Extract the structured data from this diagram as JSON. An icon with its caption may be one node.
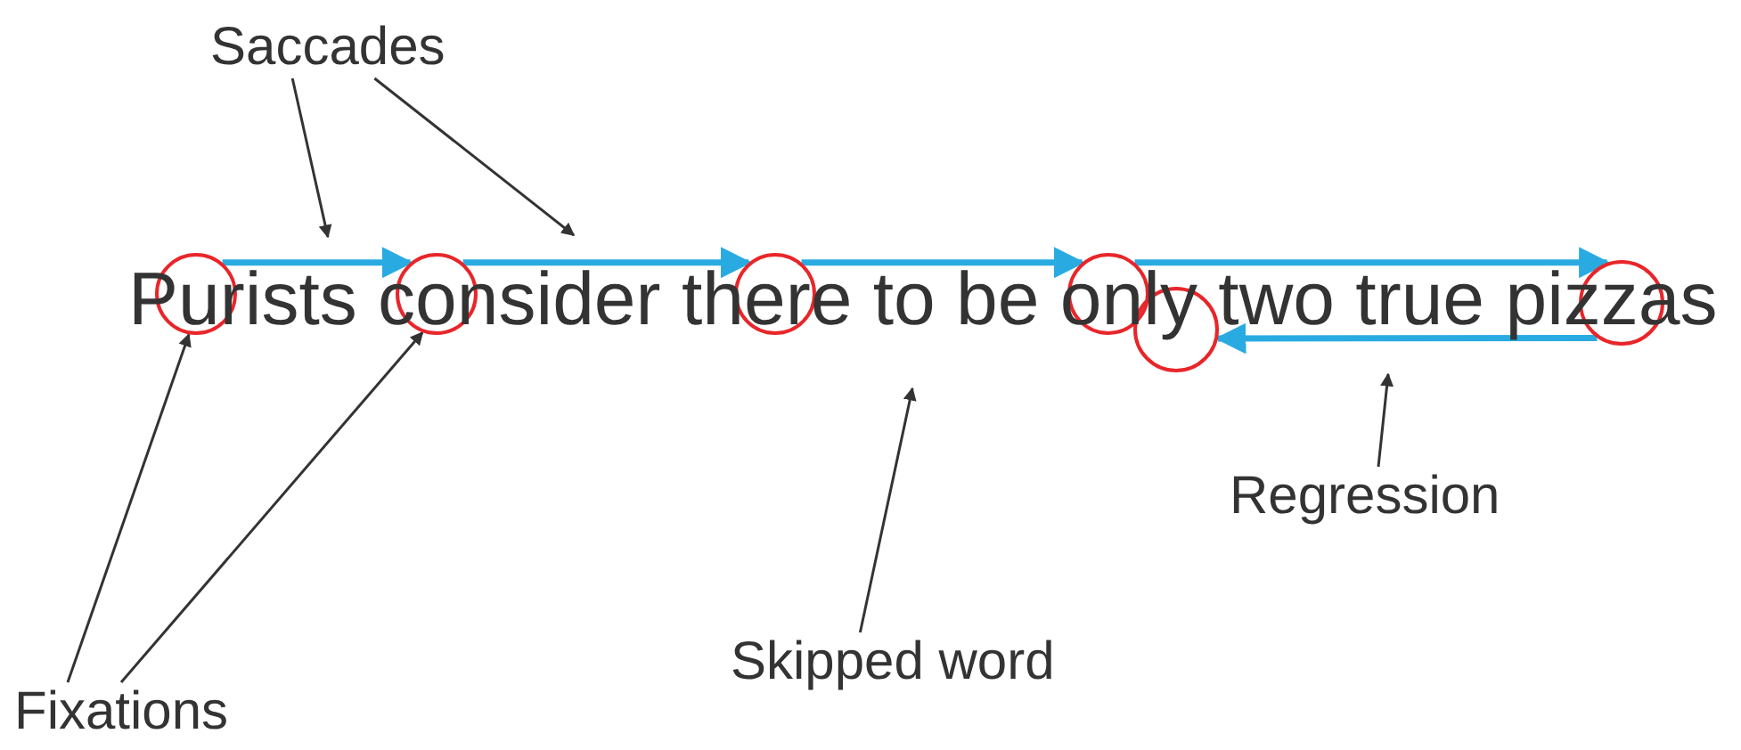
{
  "diagram": {
    "nodes": [
      {
        "text": [
          "Saccades"
        ]
      },
      {
        "text": [
          "Fixations"
        ]
      },
      {
        "text": [
          "Skipped word"
        ]
      },
      {
        "text": [
          "Regression"
        ]
      },
      {
        "text": [],
        "shape": "circle"
      },
      {
        "text": [],
        "shape": "circle"
      },
      {
        "text": [],
        "shape": "circle"
      },
      {
        "text": [],
        "shape": "circle"
      },
      {
        "text": [],
        "shape": "circle"
      },
      {
        "text": [],
        "shape": "circle"
      }
    ],
    "edges": [
      {
        "from": 0,
        "to": null,
        "arrow": "to"
      },
      {
        "from": 0,
        "to": null,
        "arrow": "to"
      },
      {
        "from": 1,
        "to": 4,
        "arrow": "to"
      },
      {
        "from": 1,
        "to": 5,
        "arrow": "to"
      },
      {
        "from": 2,
        "to": null,
        "arrow": "to"
      },
      {
        "from": 3,
        "to": null,
        "arrow": "to"
      },
      {
        "from": 4,
        "to": 5,
        "arrow": "to",
        "style": "thick",
        "color": "#29abe2"
      },
      {
        "from": 5,
        "to": 6,
        "arrow": "to",
        "style": "thick",
        "color": "#29abe2"
      },
      {
        "from": 6,
        "to": 7,
        "arrow": "to",
        "style": "thick",
        "color": "#29abe2"
      },
      {
        "from": 7,
        "to": 9,
        "arrow": "to",
        "style": "thick",
        "color": "#29abe2"
      },
      {
        "from": 9,
        "to": 8,
        "arrow": "to",
        "style": "thick",
        "color": "#29abe2"
      }
    ],
    "labels": [
      "Purists consider there to be only two true pizzas"
    ]
  }
}
